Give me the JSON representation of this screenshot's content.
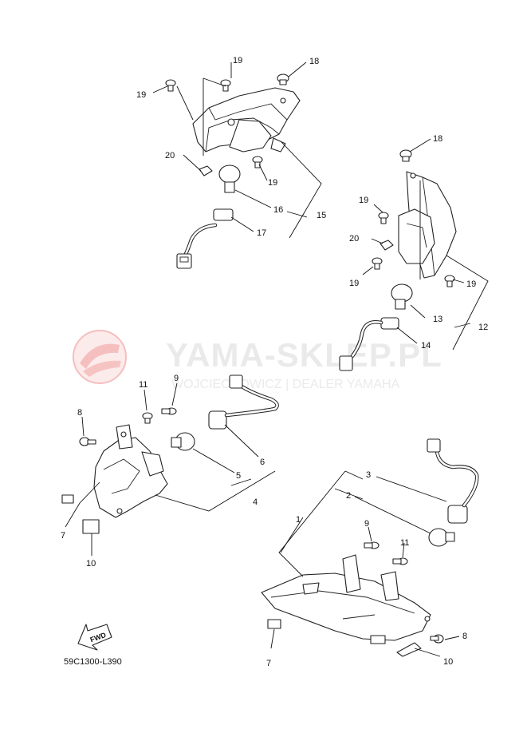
{
  "watermark": {
    "main": "YAMA-SKLEP.PL",
    "sub": "WOJCIECHOWICZ | DEALER YAMAHA",
    "colors": {
      "logo_red": "#e23a3a",
      "logo_gray": "#d9d9d9"
    }
  },
  "diagram_code": "59C1300-L390",
  "fwd_label": "FWD",
  "callouts": {
    "p1": "1",
    "p2": "2",
    "p3": "3",
    "p4": "4",
    "p5": "5",
    "p6": "6",
    "p7a": "7",
    "p7b": "7",
    "p8a": "8",
    "p8b": "8",
    "p9a": "9",
    "p9b": "9",
    "p10a": "10",
    "p10b": "10",
    "p11a": "11",
    "p11b": "11",
    "p12": "12",
    "p13": "13",
    "p14": "14",
    "p15": "15",
    "p16": "16",
    "p17": "17",
    "p18a": "18",
    "p18b": "18",
    "p19a": "19",
    "p19b": "19",
    "p19c": "19",
    "p19d": "19",
    "p19e": "19",
    "p19f": "19",
    "p20a": "20",
    "p20b": "20"
  }
}
